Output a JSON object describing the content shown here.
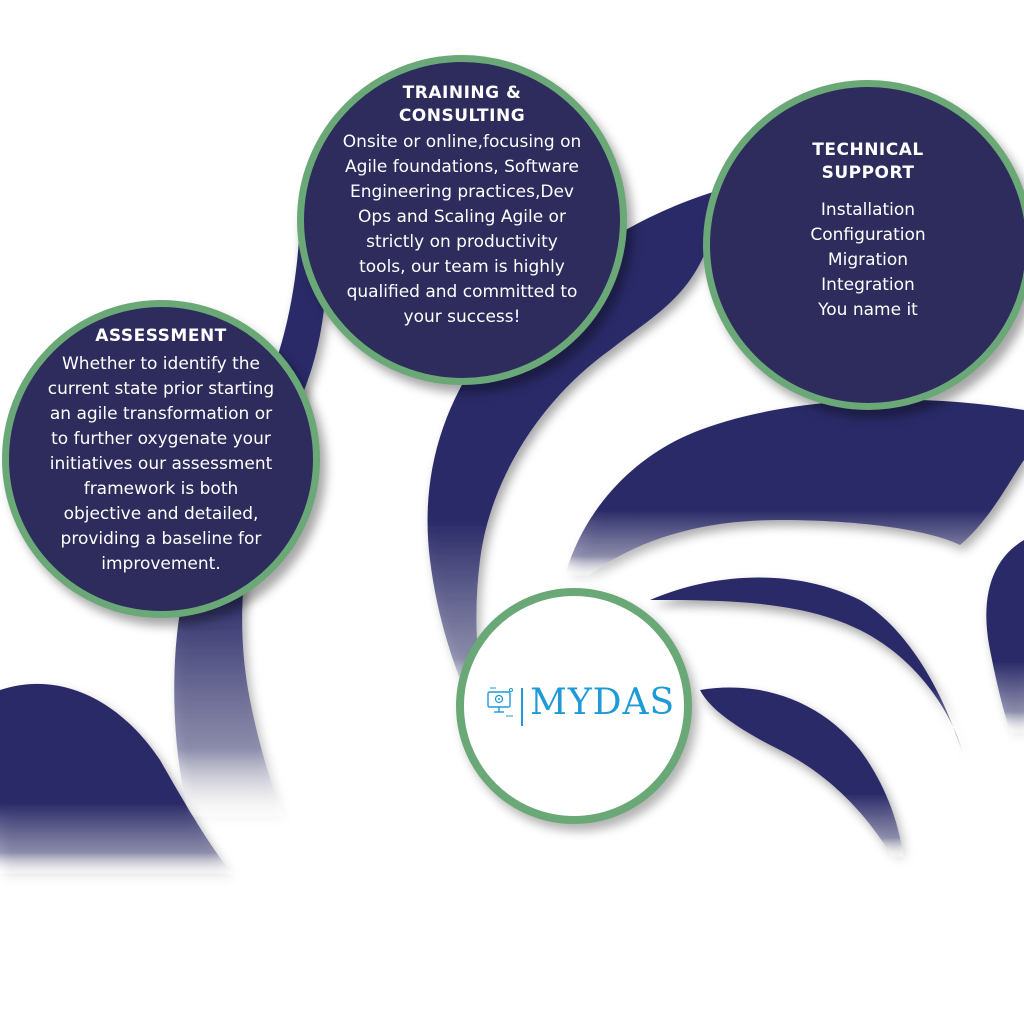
{
  "circles": {
    "assessment": {
      "title": "ASSESSMENT",
      "body": "Whether to identify the\ncurrent state prior starting\nan agile transformation or\nto further oxygenate your\ninitiatives our assessment\nframework is both\nobjective and detailed,\nproviding a baseline for\nimprovement."
    },
    "training": {
      "title": "TRAINING &\nCONSULTING",
      "body": "Onsite or online,focusing on\nAgile foundations, Software\nEngineering practices,Dev\nOps and Scaling Agile or\nstrictly on productivity\ntools, our team is highly\nqualified and committed to\nyour success!"
    },
    "support": {
      "title": "TECHNICAL\nSUPPORT",
      "body": "Installation\nConfiguration\nMigration\nIntegration\nYou name it"
    }
  },
  "logo": {
    "text": "MYDAS",
    "icon": "monitor-gear-icon"
  },
  "colors": {
    "circle_fill": "#2d2c5c",
    "circle_border": "#6aa977",
    "swirl": "#2a2a68",
    "logo_blue": "#1f9ad6"
  }
}
